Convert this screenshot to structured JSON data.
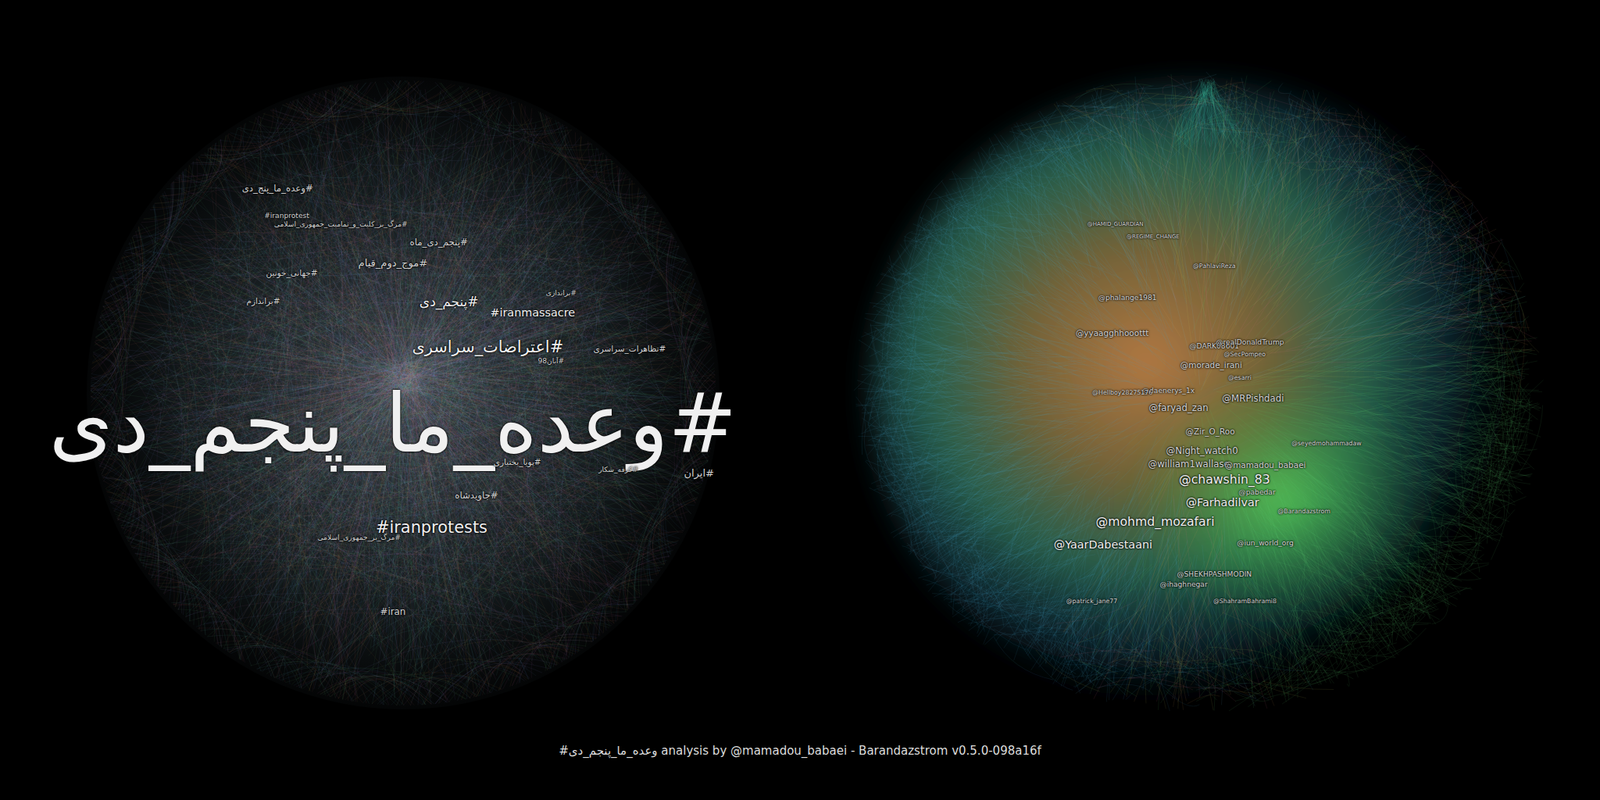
{
  "diagram": {
    "caption": "#وعده_ما_پنجم_دی analysis by @mamadou_babaei - Barandazstrom v0.5.0-098a16f",
    "labels": [
      "#وعده_ما_پنج_دی",
      "#iranprotest",
      "#مرگ_بر_کلیت_و_تمامیت_جمهوری_اسلامی",
      "#پنجم_دی_ماه",
      "#موج_دوم_قیام",
      "#جهانی_خونین",
      "#براندازم",
      "#پنجم_دی",
      "#براندازی",
      "#iranmassacre",
      "#اعتراضات_سراسری",
      "#تظاهرات_سراسری",
      "#آبان98",
      "#وعده_ما_پنجم_دی",
      "#پویا_بختیاری",
      "#کرفه_شکار",
      "#ایران",
      "#جاویدشاه",
      "#iranprotests",
      "#مرگ_بر_جمهوری_اسلامی",
      "#iran",
      "@HAMID_GUARDIAN",
      "@REGIME_CHANGE",
      "@PahlaviReza",
      "@phalange1981",
      "@yyaagghhooottt",
      "@DARK08601",
      "@realDonaldTrump",
      "@SecPompeo",
      "@morade_irani",
      "@esarri",
      "@daenerys_1x",
      "@Hellboy28275176",
      "@MRPishdadi",
      "@faryad_zan",
      "@Zir_O_Roo",
      "@seyedmohammadaw",
      "@Night_watch0",
      "@william1wallase",
      "@mamadou_babaei",
      "@chawshin_83",
      "@pabedar",
      "@Farhadilvar",
      "@Barandazstrom",
      "@mohmd_mozafari",
      "@YaarDabestaani",
      "@iun_world_org",
      "@SHEKHPASHMODIN",
      "@ihaghnegar",
      "@ShahramBahrami8",
      "@patrick_jane77"
    ]
  }
}
